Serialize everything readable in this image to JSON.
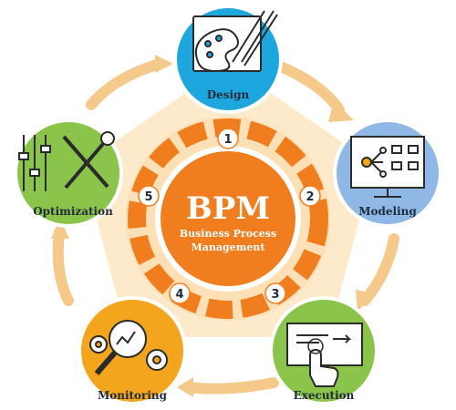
{
  "center": {
    "title": "BPM",
    "subtitle_line1": "Business Process",
    "subtitle_line2": "Management"
  },
  "stages": [
    {
      "key": "design",
      "number": "1",
      "label": "Design",
      "icon": "palette-pencil-icon",
      "color": "#1ea6df"
    },
    {
      "key": "modeling",
      "number": "2",
      "label": "Modeling",
      "icon": "flowchart-monitor-icon",
      "color": "#8fb8e6"
    },
    {
      "key": "execution",
      "number": "3",
      "label": "Execution",
      "icon": "touchscreen-hand-icon",
      "color": "#8ac44a"
    },
    {
      "key": "monitoring",
      "number": "4",
      "label": "Monitoring",
      "icon": "magnifier-gears-icon",
      "color": "#f2a51d"
    },
    {
      "key": "optimization",
      "number": "5",
      "label": "Optimization",
      "icon": "sliders-tools-icon",
      "color": "#8ac44a"
    }
  ],
  "colors": {
    "orange": "#f07d1e",
    "orange_light": "#f4a54a",
    "cream": "#fbe3b9",
    "arrow_beige": "#f5c98a",
    "text_dark": "#1f2a3a"
  }
}
